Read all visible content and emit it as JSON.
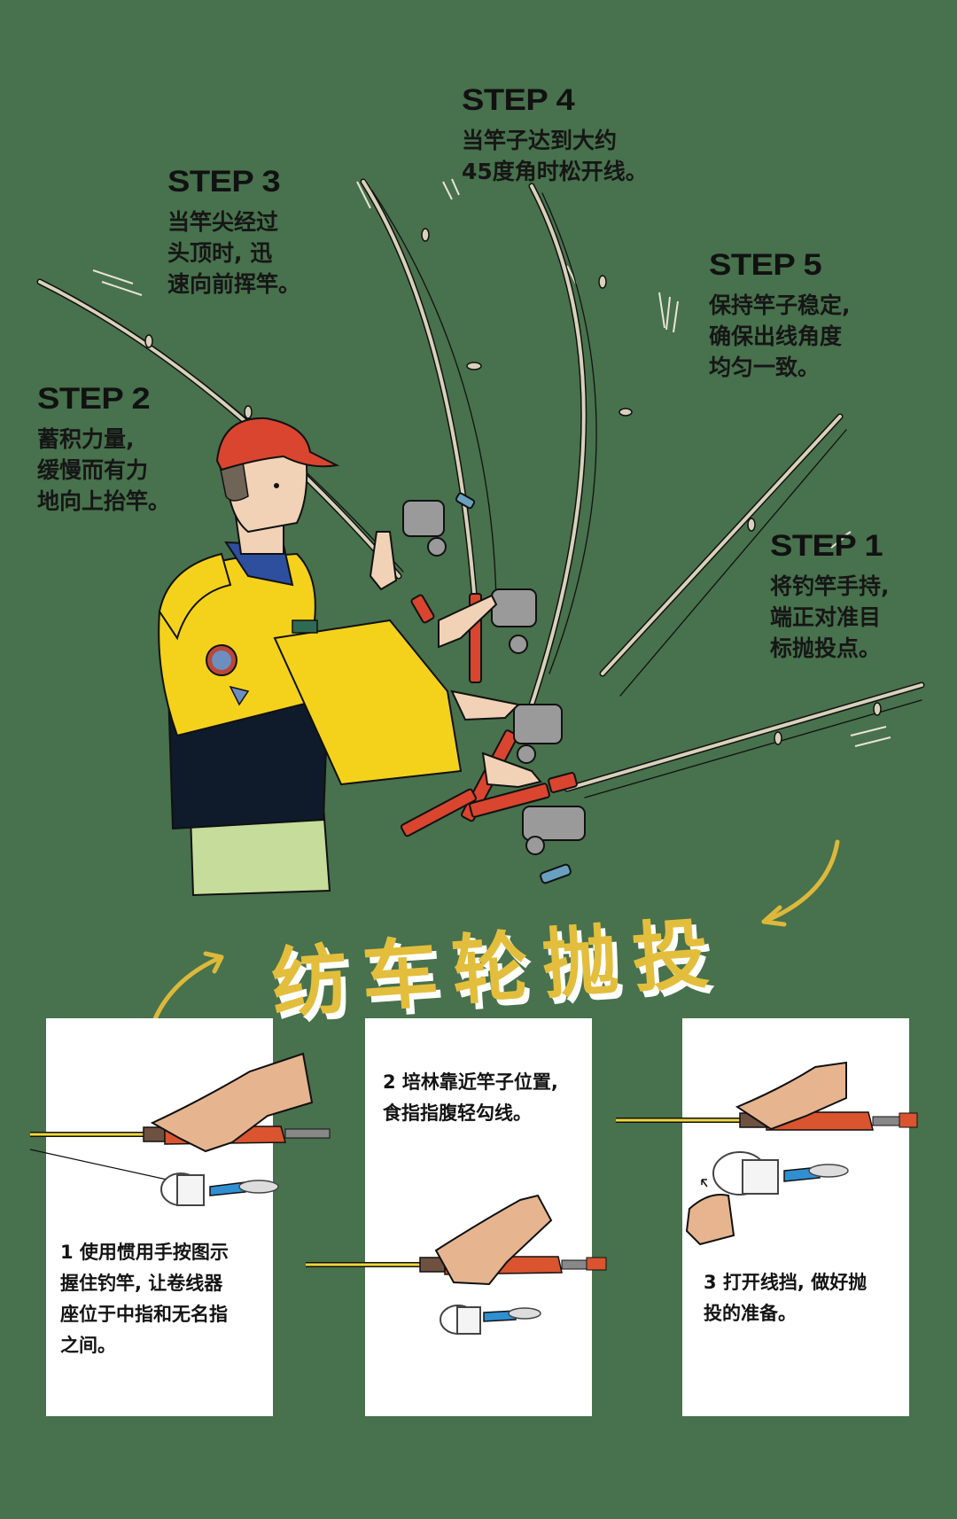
{
  "title": "纺车轮抛投",
  "steps": [
    {
      "id": 1,
      "label": "STEP 1",
      "lines": [
        "将钓竿手持,",
        "端正对准目",
        "标抛投点。"
      ]
    },
    {
      "id": 2,
      "label": "STEP 2",
      "lines": [
        "蓄积力量,",
        "缓慢而有力",
        "地向上抬竿。"
      ]
    },
    {
      "id": 3,
      "label": "STEP 3",
      "lines": [
        "当竿尖经过",
        "头顶时, 迅",
        "速向前挥竿。"
      ]
    },
    {
      "id": 4,
      "label": "STEP 4",
      "lines": [
        "当竿子达到大约",
        "45度角时松开线。"
      ]
    },
    {
      "id": 5,
      "label": "STEP 5",
      "lines": [
        "保持竿子稳定,",
        "确保出线角度",
        "均匀一致。"
      ]
    }
  ],
  "cards": [
    {
      "id": 1,
      "lines": [
        "1 使用惯用手按图示",
        "握住钓竿, 让卷线器",
        "座位于中指和无名指",
        "之间。"
      ]
    },
    {
      "id": 2,
      "lines": [
        "2 培林靠近竿子位置,",
        "食指指腹轻勾线。"
      ]
    },
    {
      "id": 3,
      "lines": [
        "3 打开线挡, 做好抛",
        "投的准备。"
      ]
    }
  ],
  "colors": {
    "background": "#48714d",
    "title": "#e3be3c",
    "title_shadow": "#ffffff",
    "rod_grip": "#d9452f",
    "jacket": "#f4d21c",
    "cap": "#d9452f",
    "card": "#ffffff"
  },
  "icons": [
    "fisherman-illustration",
    "fishing-rod",
    "spinning-reel",
    "curved-arrow",
    "hand-grip"
  ]
}
